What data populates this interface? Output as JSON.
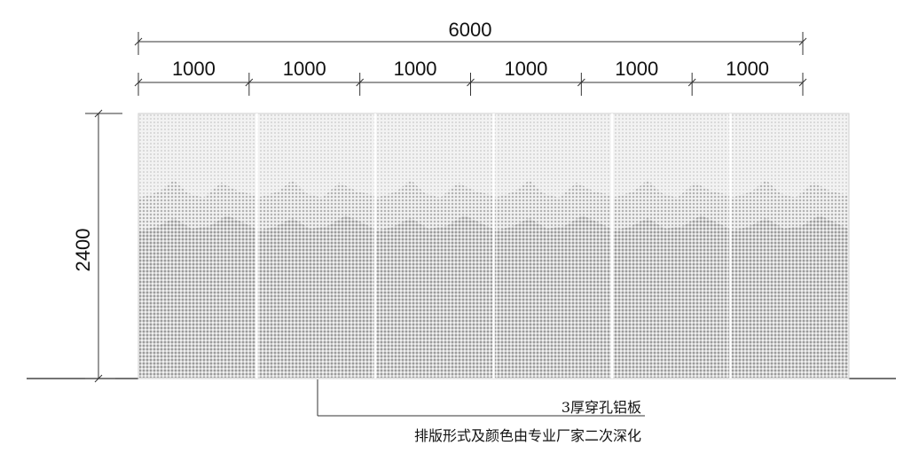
{
  "dimensions": {
    "total_width": "6000",
    "panel_widths": [
      "1000",
      "1000",
      "1000",
      "1000",
      "1000",
      "1000"
    ],
    "height": "2400"
  },
  "panel_count": 6,
  "colors": {
    "panel_light_dot": "#d4d4d4",
    "panel_dark_dot": "#9e9e9e",
    "panel_background": "#f2f2f2",
    "panel_seam": "#ffffff",
    "line": "#222222"
  },
  "callout": {
    "label": "3厚穿孔铝板",
    "note": "排版形式及颜色由专业厂家二次深化"
  }
}
